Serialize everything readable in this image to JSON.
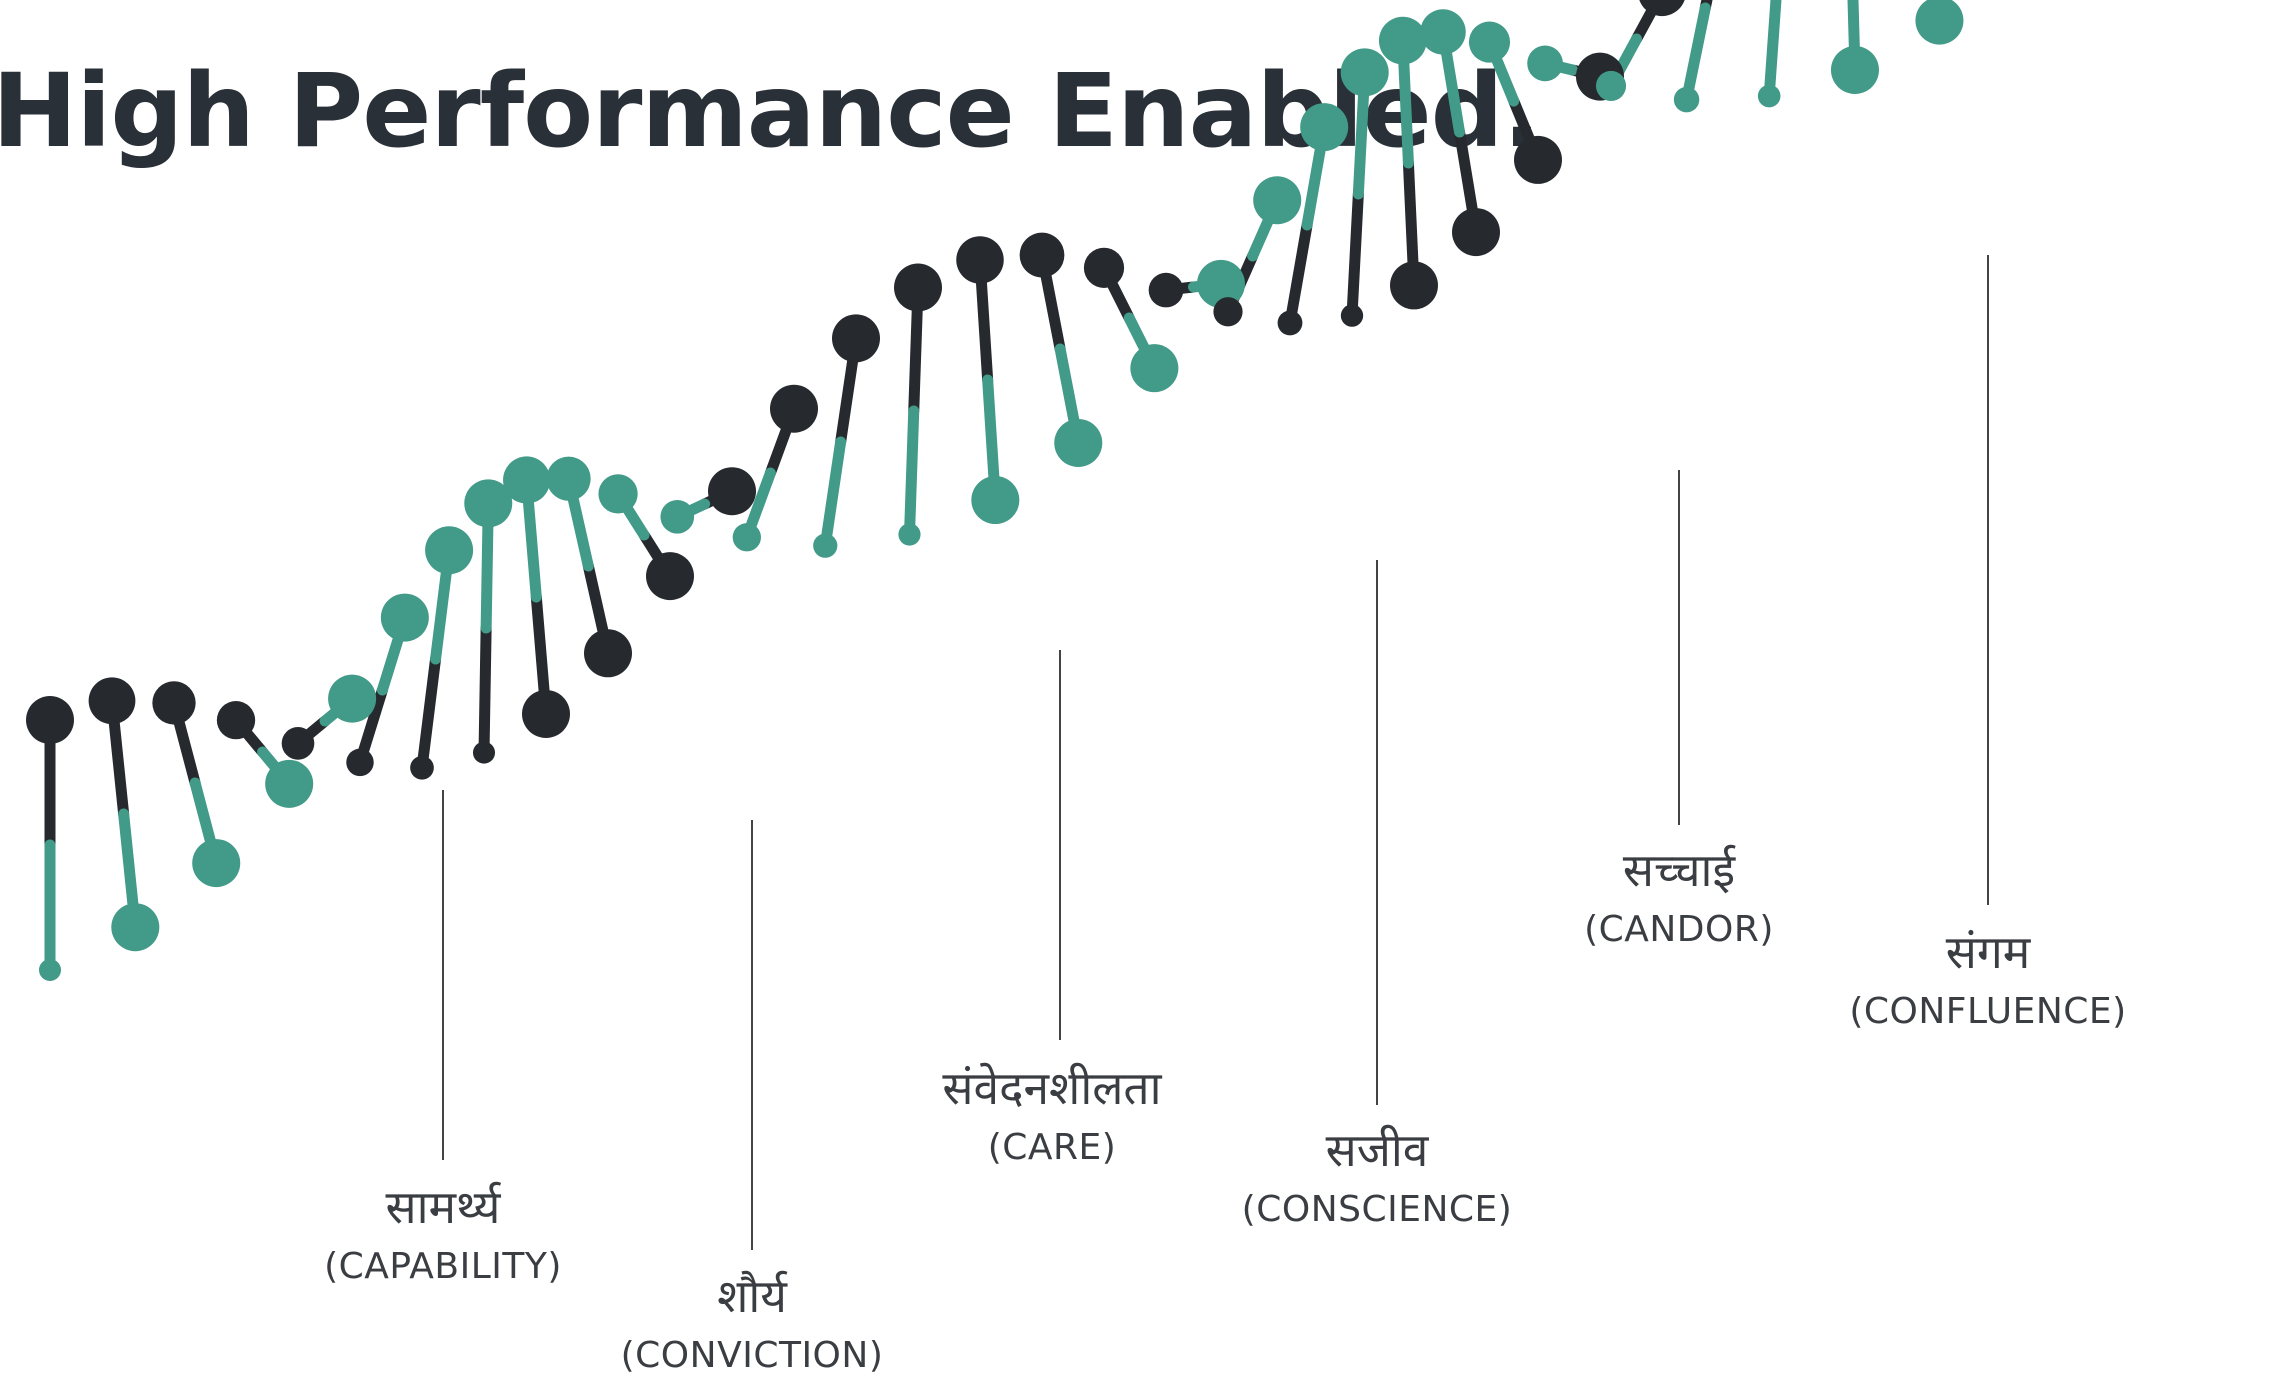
{
  "title": "High Performance Enabled.",
  "colors": {
    "dark": "#262a2f",
    "teal": "#429a88",
    "text": "#3a3d42",
    "heading": "#2a3038"
  },
  "labels": [
    {
      "hindi": "सामर्थ्य",
      "english": "(CAPABILITY)"
    },
    {
      "hindi": "शौर्य",
      "english": "(CONVICTION)"
    },
    {
      "hindi": "संवेदनशीलता",
      "english": "(CARE)"
    },
    {
      "hindi": "सजीव",
      "english": "(CONSCIENCE)"
    },
    {
      "hindi": "सच्चाई",
      "english": "(CANDOR)"
    },
    {
      "hindi": "संगम",
      "english": "(CONFLUENCE)"
    }
  ]
}
